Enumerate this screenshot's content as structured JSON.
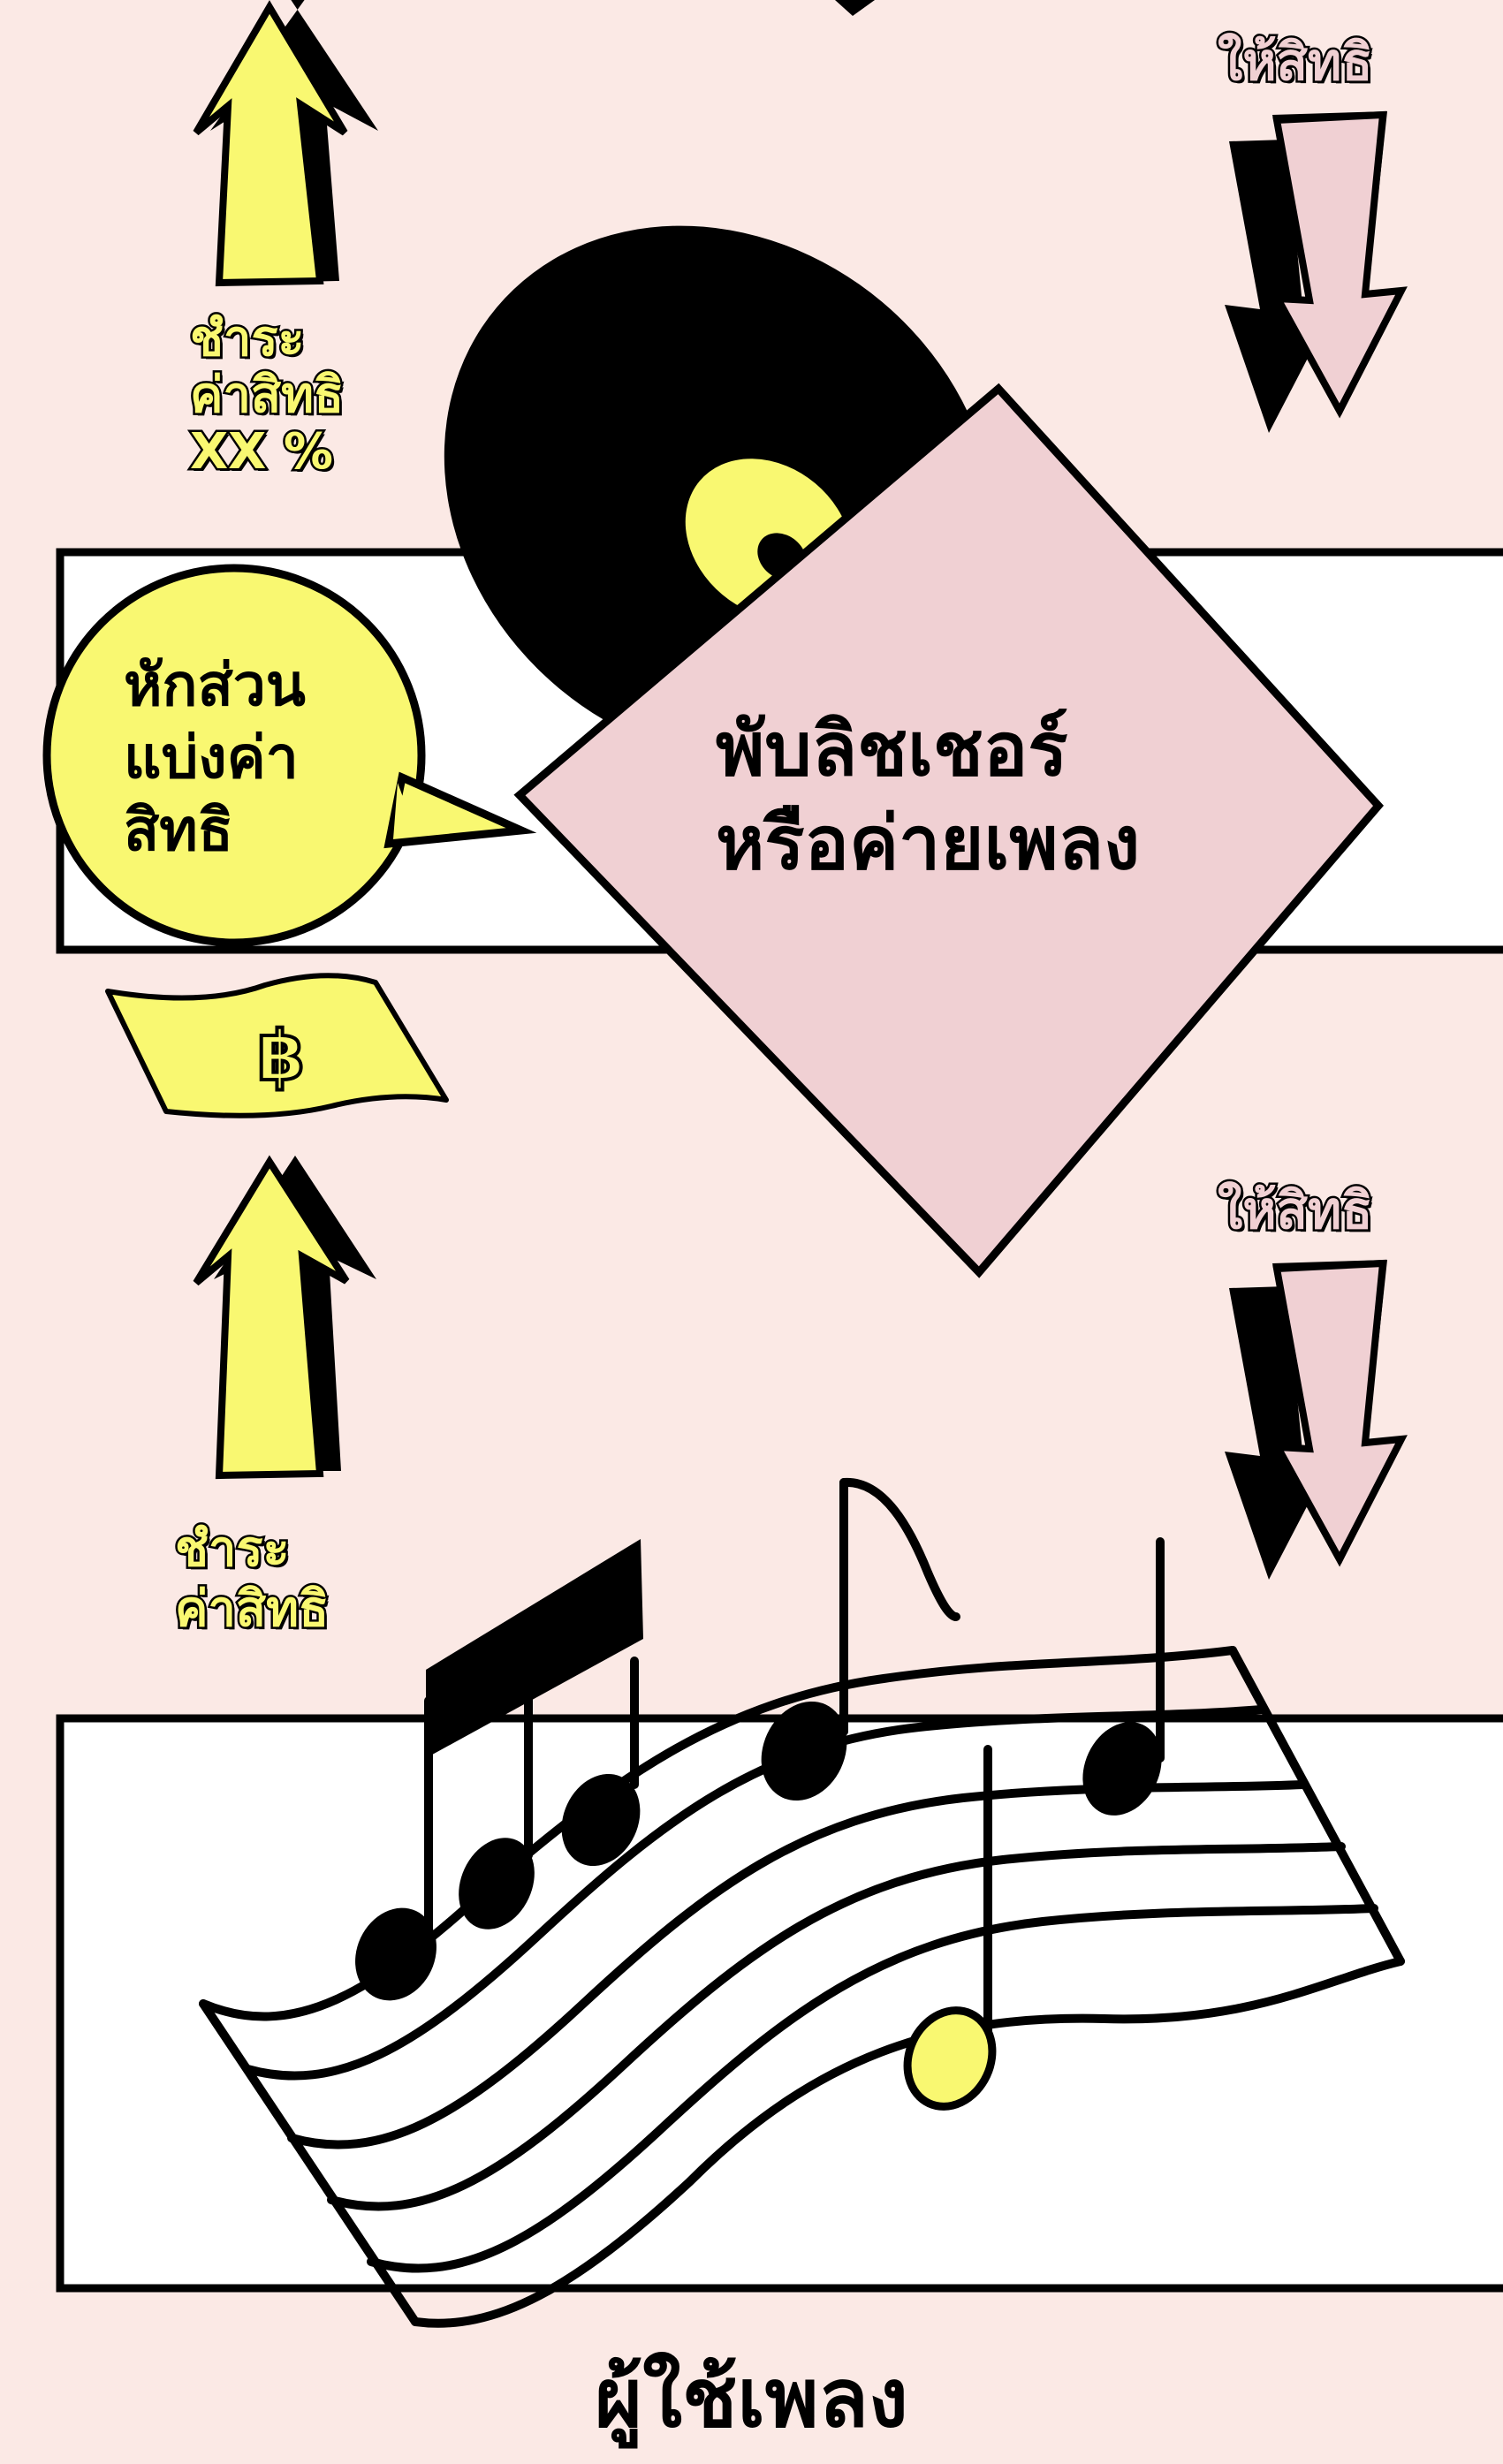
{
  "colors": {
    "background": "#fbe9e5",
    "yellow": "#f9f871",
    "pink": "#f0d0d3",
    "outline": "#000000",
    "panel": "#ffffff"
  },
  "publisher": {
    "lines": [
      "พับลิชเชอร์",
      "หรือค่ายเพลง"
    ]
  },
  "split_bubble": {
    "lines": [
      "หักส่วน",
      "แบ่งค่า",
      "สิทธิ"
    ]
  },
  "flows": {
    "pay_top": {
      "lines": [
        "ชำระ",
        "ค่าสิทธิ",
        "XX %"
      ]
    },
    "grant_top": {
      "lines": [
        "ให้สิทธิ"
      ]
    },
    "grant_bottom": {
      "lines": [
        "ให้สิทธิ"
      ]
    },
    "pay_bottom": {
      "lines": [
        "ชำระ",
        "ค่าสิทธิ"
      ]
    }
  },
  "user": {
    "title": "ผู้ใช้เพลง"
  },
  "icons": {
    "banknote": "baht-banknote-icon",
    "record": "vinyl-record-icon",
    "music": "music-notes-staff-icon"
  }
}
